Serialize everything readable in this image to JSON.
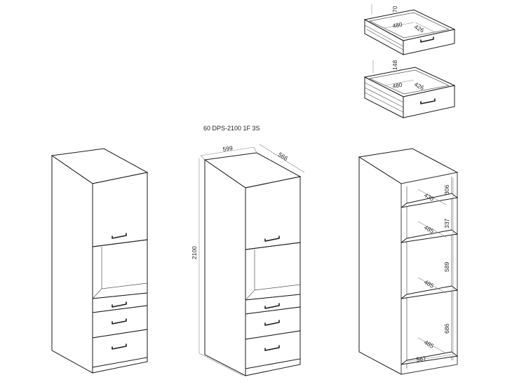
{
  "title": "60 DPS-2100 1F 3S",
  "drawer_small": {
    "height": "70",
    "width": "480",
    "depth": "426"
  },
  "drawer_large": {
    "height": "148",
    "width": "480",
    "depth": "426"
  },
  "cabinet_dims": {
    "width": "599",
    "depth": "566",
    "height": "2100"
  },
  "interior": {
    "shelf_depths": [
      "430",
      "485",
      "485",
      "485"
    ],
    "section_heights": [
      "306",
      "337",
      "589",
      "686"
    ],
    "bottom_width": "567"
  }
}
